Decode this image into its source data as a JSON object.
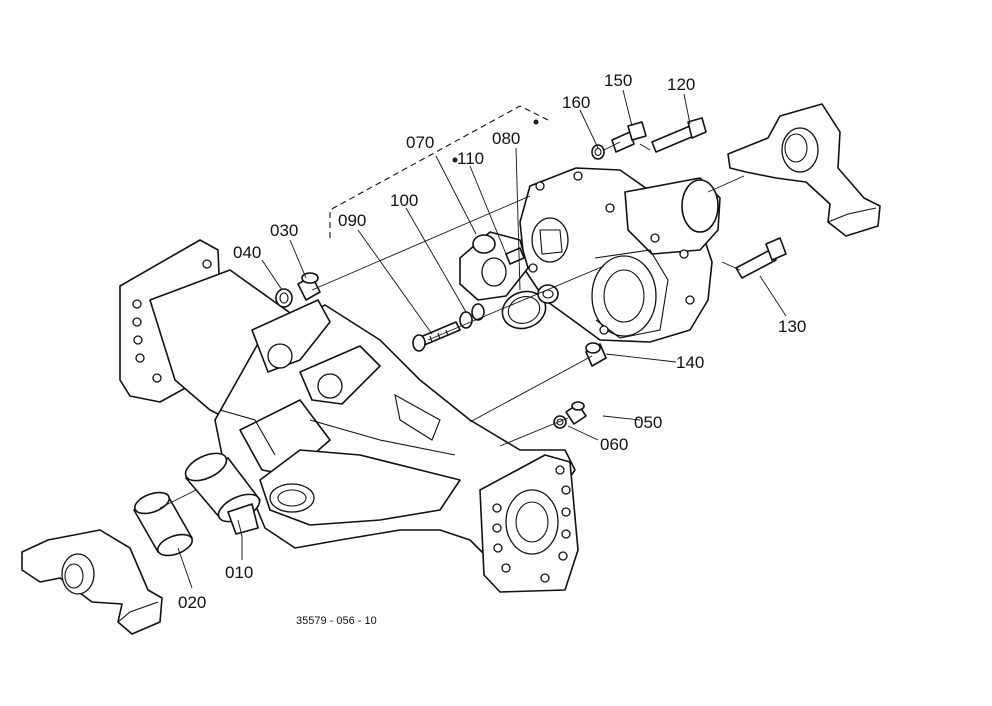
{
  "diagram": {
    "part_numbers": {
      "p010": "010",
      "p020": "020",
      "p030": "030",
      "p040": "040",
      "p050": "050",
      "p060": "060",
      "p070": "070",
      "p080": "080",
      "p090": "090",
      "p100": "100",
      "p110": "110",
      "p120": "120",
      "p130": "130",
      "p140": "140",
      "p150": "150",
      "p160": "160"
    },
    "drawing_code": "35579 - 056 - 10"
  }
}
